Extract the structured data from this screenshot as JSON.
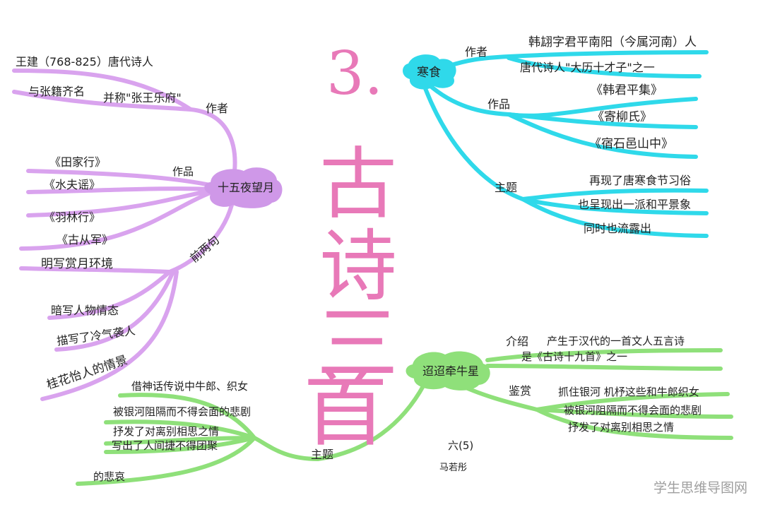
{
  "title": {
    "number": "3.",
    "chars": [
      "古",
      "诗",
      "三",
      "首"
    ]
  },
  "colors": {
    "purple": "#d9a3ee",
    "purpleBlob": "#cf98e8",
    "cyan": "#2fd9ea",
    "green": "#8fe07a",
    "title": "#e879b8"
  },
  "branches": {
    "shiwu": {
      "center": "十五夜望月",
      "author_label": "作者",
      "author_items": [
        "王建（768-825）唐代诗人",
        "与张籍齐名",
        "并称\"张王乐府\""
      ],
      "works_label": "作品",
      "works_items": [
        "《田家行》",
        "《水夫谣》",
        "《羽林行》",
        "《古从军》"
      ],
      "front_label": "前两句",
      "front_items": [
        "明写赏月环境",
        "暗写人物情态",
        "描写了冷气袭人",
        "桂花怡人的情景"
      ]
    },
    "hanshi": {
      "center": "寒食",
      "author_label": "作者",
      "author_items": [
        "韩翃字君平南阳（今属河南）人",
        "唐代诗人\"大历十才子\"之一"
      ],
      "works_label": "作品",
      "works_items": [
        "《韩君平集》",
        "《寄柳氏》",
        "《宿石邑山中》"
      ],
      "theme_label": "主题",
      "theme_items": [
        "再现了唐寒食节习俗",
        "也呈现出一派和平景象",
        "同时也流露出"
      ]
    },
    "tiaotiao": {
      "center": "迢迢牵牛星",
      "intro_label": "介绍",
      "intro_items": [
        "产生于汉代的一首文人五言诗",
        "是《古诗十九首》之一"
      ],
      "appreciation_label": "鉴赏",
      "appreciation_items": [
        "抓住银河 机杼这些和牛郎织女",
        "被银河阻隔而不得会面的悲剧",
        "抒发了对离别相思之情"
      ],
      "theme_label": "主题",
      "theme_items": [
        "借神话传说中牛郎、织女",
        "被银河阻隔而不得会面的悲剧",
        "抒发了对离别相思之情",
        "写出了人间捷不得团聚",
        "的悲哀"
      ]
    }
  },
  "signature": {
    "class": "六(5)",
    "name": "马若彤"
  },
  "watermark": "学生思维导图网"
}
